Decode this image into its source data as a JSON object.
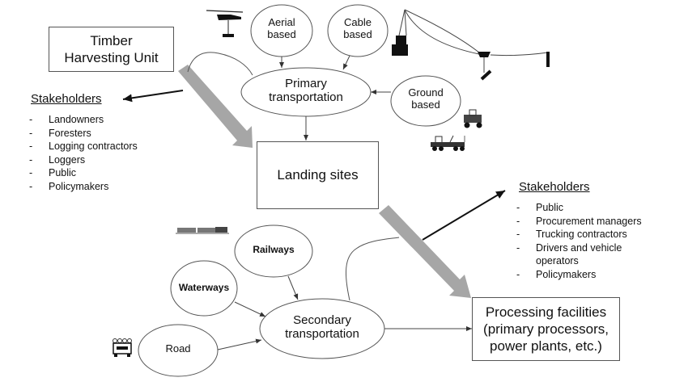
{
  "diagram": {
    "nodes": {
      "timber_unit": "Timber\nHarvesting Unit",
      "aerial": "Aerial\nbased",
      "cable": "Cable\nbased",
      "primary": "Primary\ntransportation",
      "ground": "Ground\nbased",
      "landing": "Landing sites",
      "railways": "Railways",
      "waterways": "Waterways",
      "road": "Road",
      "secondary": "Secondary\ntransportation",
      "processing": "Processing facilities\n(primary processors,\npower plants, etc.)"
    },
    "stakeholders_primary": {
      "title": "Stakeholders",
      "items": [
        "Landowners",
        "Foresters",
        "Logging contractors",
        "Loggers",
        "Public",
        "Policymakers"
      ]
    },
    "stakeholders_secondary": {
      "title": "Stakeholders",
      "items": [
        "Public",
        "Procurement managers",
        "Trucking contractors",
        "Drivers and vehicle operators",
        "Policymakers"
      ]
    },
    "icons": [
      "helicopter-icon",
      "cable-yarder-icon",
      "skidder-icon",
      "forwarder-icon",
      "train-icon",
      "log-truck-icon"
    ],
    "edges": [
      {
        "from": "aerial",
        "to": "primary"
      },
      {
        "from": "cable",
        "to": "primary"
      },
      {
        "from": "ground",
        "to": "primary"
      },
      {
        "from": "primary",
        "to": "landing"
      },
      {
        "from": "timber_unit",
        "to": "landing",
        "style": "thick-gray"
      },
      {
        "from": "landing",
        "to": "processing",
        "style": "thick-gray"
      },
      {
        "from": "railways",
        "to": "secondary"
      },
      {
        "from": "waterways",
        "to": "secondary"
      },
      {
        "from": "road",
        "to": "secondary"
      },
      {
        "from": "secondary",
        "to": "processing"
      },
      {
        "from": "primary",
        "to": "stakeholders_primary"
      },
      {
        "from": "secondary",
        "to": "stakeholders_secondary"
      }
    ],
    "colors": {
      "thick_arrow": "#a6a6a6",
      "line": "#444444",
      "text": "#111111"
    }
  }
}
